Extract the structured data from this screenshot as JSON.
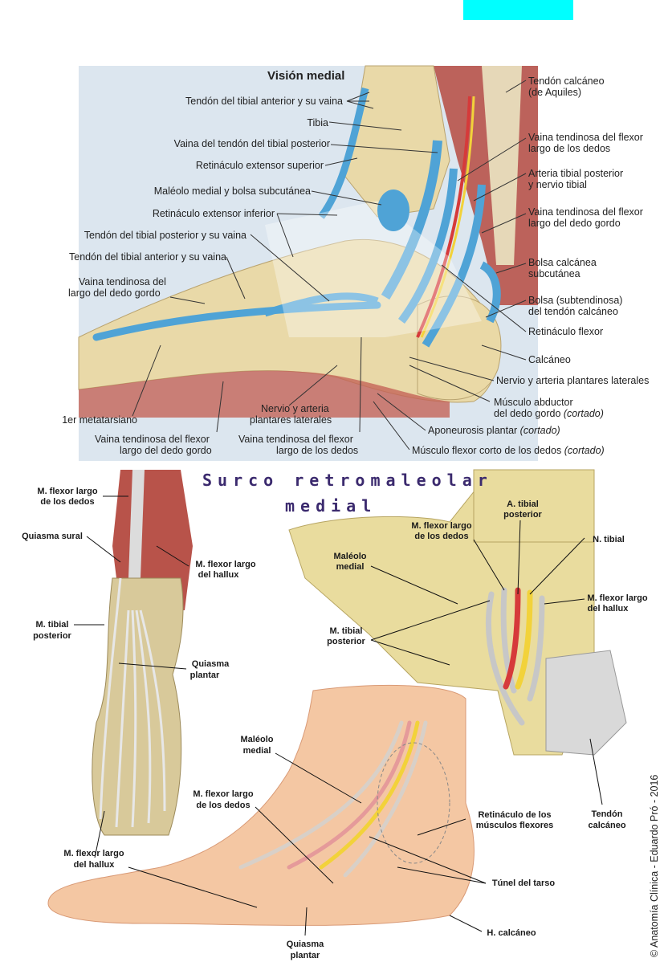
{
  "colors": {
    "cyan_tab": "#00ffff",
    "bone": "#e9d9a8",
    "tendon_blue": "#4fa3d6",
    "muscle": "#b8534a",
    "skin": "#f4c7a3",
    "artery": "#d63a3a",
    "nerve": "#f2d23a"
  },
  "top": {
    "title": "Visión medial",
    "labels_left": [
      "Tendón del tibial anterior y su vaina",
      "Tibia",
      "Vaina del tendón del tibial posterior",
      "Retináculo extensor superior",
      "Maléolo medial y bolsa subcutánea",
      "Retináculo extensor inferior",
      "Tendón del tibial posterior y su vaina",
      "Tendón del tibial anterior y su vaina",
      "Vaina tendinosa del",
      "largo del dedo gordo"
    ],
    "labels_right": [
      "Tendón calcáneo",
      "(de Aquiles)",
      "Vaina tendinosa del flexor",
      "largo de los dedos",
      "Arteria tibial posterior",
      "y nervio tibial",
      "Vaina tendinosa del flexor",
      "largo del dedo gordo",
      "Bolsa calcánea",
      "subcutánea",
      "Bolsa (subtendinosa)",
      "del tendón calcáneo",
      "Retináculo flexor",
      "Calcáneo",
      "Nervio y arteria plantares laterales",
      "Músculo abductor",
      "del dedo gordo",
      "Aponeurosis plantar",
      "Músculo flexor corto de los dedos"
    ],
    "cut": "(cortado)",
    "labels_bottom": [
      "1er metatarsiano",
      "Vaina tendinosa del flexor",
      "largo del dedo gordo",
      "Nervio y arteria",
      "plantares laterales",
      "Vaina tendinosa del flexor",
      "largo de los dedos"
    ]
  },
  "banner": {
    "line1": "Surco retromaleolar",
    "line2": "medial"
  },
  "bottom_left": [
    "M. flexor largo",
    "de los dedos",
    "Quiasma sural",
    "M. flexor largo",
    "del hallux",
    "M. tibial",
    "posterior",
    "Quiasma",
    "plantar",
    "M. flexor largo",
    "del hallux"
  ],
  "bottom_right": [
    "A. tibial",
    "posterior",
    "M. flexor largo",
    "de los dedos",
    "N. tibial",
    "Maléolo",
    "medial",
    "M. flexor largo",
    "del hallux",
    "M. tibial",
    "posterior"
  ],
  "bottom_center": [
    "Maléolo",
    "medial",
    "M. flexor largo",
    "de los dedos",
    "Retináculo de los",
    "músculos flexores",
    "Tendón",
    "calcáneo",
    "Túnel del tarso",
    "H. calcáneo",
    "Quiasma",
    "plantar"
  ],
  "copyright": "© Anatomía Clínica - Eduardo Pró - 2016"
}
